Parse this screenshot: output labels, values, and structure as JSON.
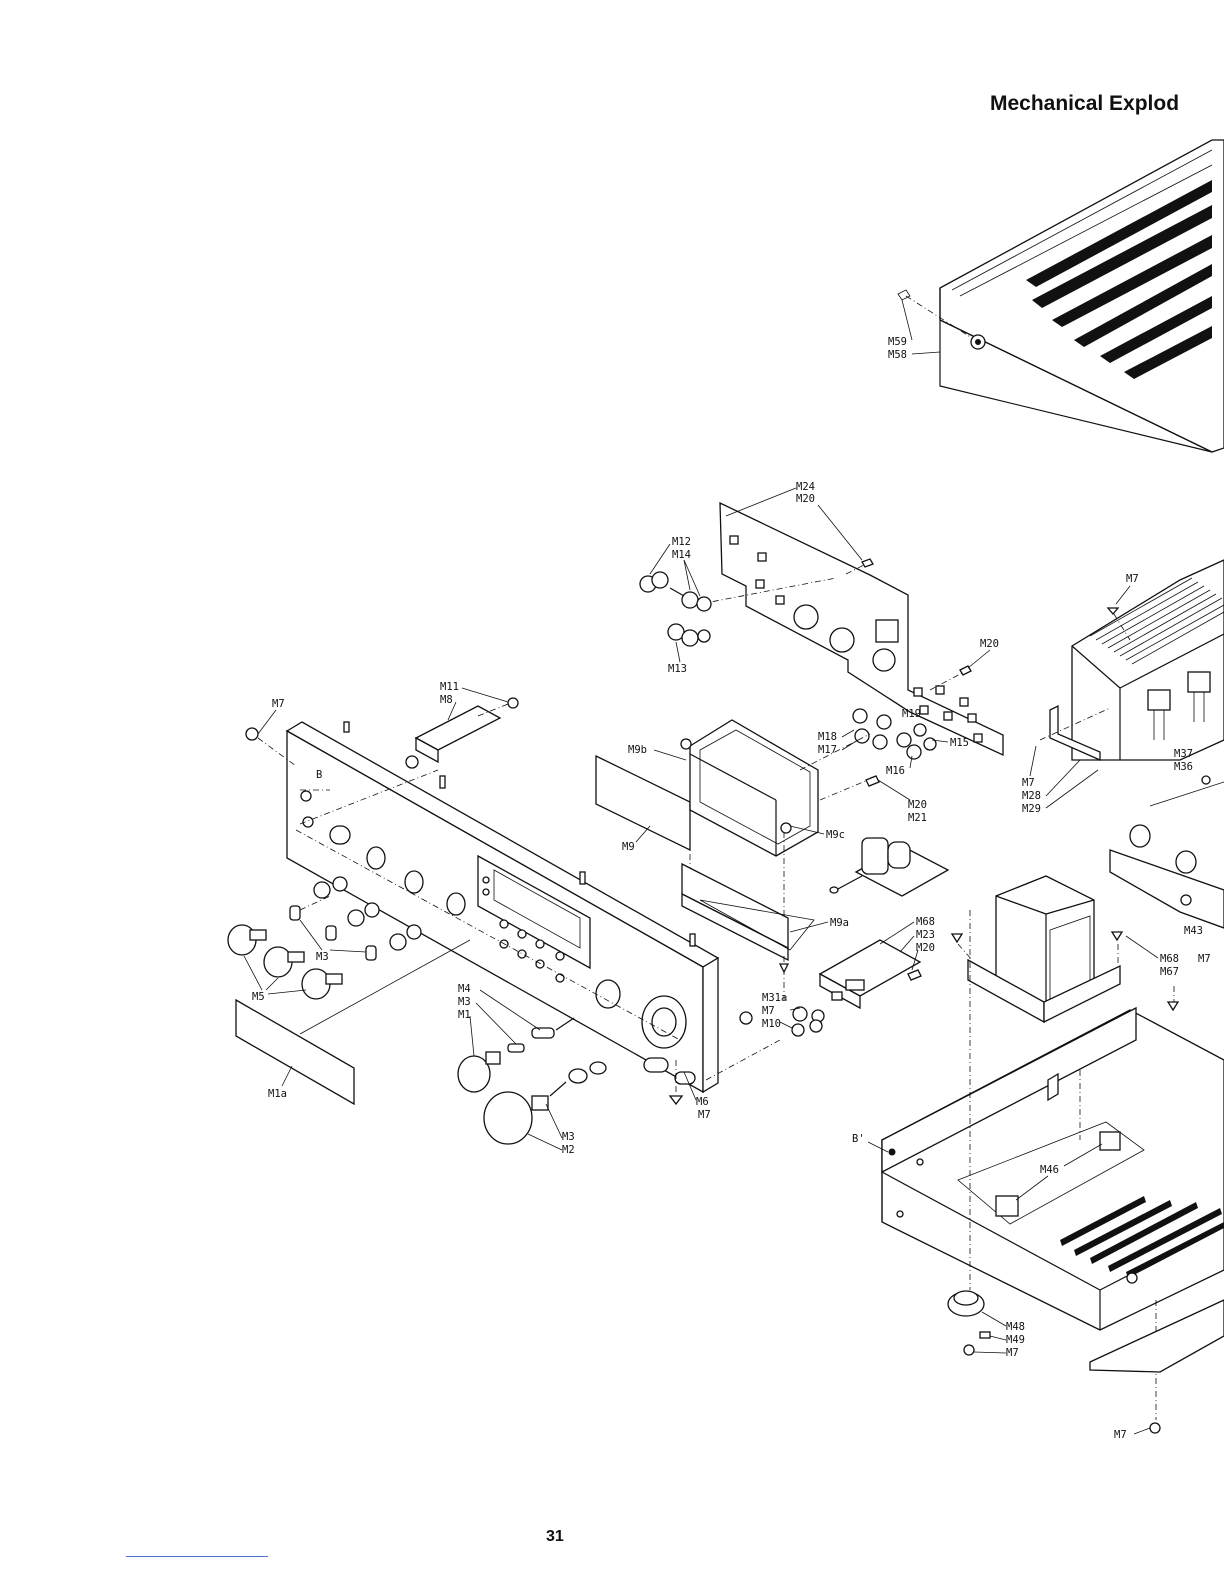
{
  "document": {
    "title": "Mechanical Explod",
    "page_number": "31"
  },
  "callouts": {
    "m59": "M59",
    "m58": "M58",
    "m24": "M24",
    "m20_a": "M20",
    "m12": "M12",
    "m14": "M14",
    "m13": "M13",
    "m20_b": "M20",
    "m7_top": "M7",
    "m11": "M11",
    "m8": "M8",
    "m9b": "M9b",
    "m9": "M9",
    "m9c": "M9c",
    "m9a": "M9a",
    "m18": "M18",
    "m17": "M17",
    "m19": "M19",
    "m15": "M15",
    "m16": "M16",
    "m20_c": "M20",
    "m21": "M21",
    "m7_r1": "M7",
    "m28": "M28",
    "m29": "M29",
    "m37": "M37",
    "m36": "M36",
    "m7_left": "M7",
    "b": "B",
    "m3_a": "M3",
    "m5": "M5",
    "m1a": "M1a",
    "m4": "M4",
    "m3_b": "M3",
    "m1": "M1",
    "m3_c": "M3",
    "m2": "M2",
    "m6": "M6",
    "m7_c": "M7",
    "m68_a": "M68",
    "m23": "M23",
    "m20_d": "M20",
    "m31a": "M31a",
    "m7_d": "M7",
    "m10": "M10",
    "m43": "M43",
    "m68_b": "M68",
    "m67": "M67",
    "m7_e": "M7",
    "b_prime": "B'",
    "m46": "M46",
    "m48": "M48",
    "m49": "M49",
    "m7_f": "M7",
    "m7_bottom": "M7"
  }
}
